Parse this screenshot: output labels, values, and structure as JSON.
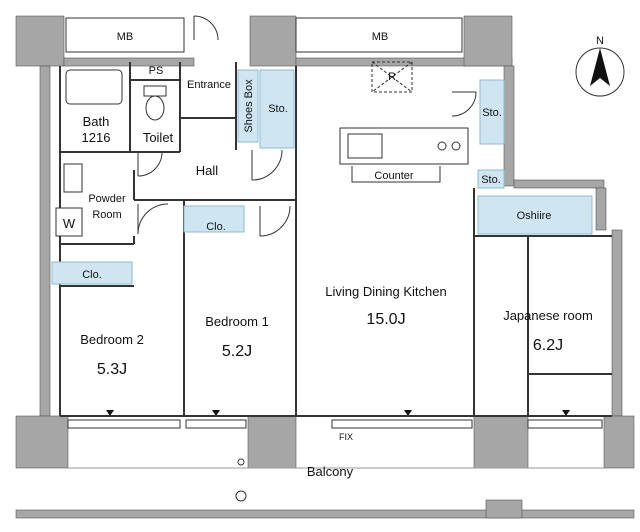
{
  "compass": {
    "north_label": "N"
  },
  "meter_boxes": [
    {
      "label": "MB"
    },
    {
      "label": "MB"
    }
  ],
  "labels": {
    "ps": "PS",
    "entrance": "Entrance",
    "shoes_box": "Shoes Box",
    "sto_entrance": "Sto.",
    "bath": "Bath",
    "bath_size": "1216",
    "toilet": "Toilet",
    "hall": "Hall",
    "powder_room_line1": "Powder",
    "powder_room_line2": "Room",
    "washer": "W",
    "clo_bedroom2": "Clo.",
    "clo_bedroom1": "Clo.",
    "bedroom2": "Bedroom 2",
    "bedroom2_size": "5.3J",
    "bedroom1": "Bedroom 1",
    "bedroom1_size": "5.2J",
    "refrigerator": "R",
    "counter": "Counter",
    "sto_ldk": "Sto.",
    "sto_small": "Sto.",
    "oshiire": "Oshiire",
    "ldk": "Living Dining Kitchen",
    "ldk_size": "15.0J",
    "japanese_room": "Japanese room",
    "japanese_room_size": "6.2J",
    "fix": "FIX",
    "balcony": "Balcony"
  },
  "colors": {
    "wall": "#a6a6a6",
    "storage_fill": "#cfe6f2",
    "storage_stroke": "#8fb9cf",
    "line": "#333333"
  }
}
